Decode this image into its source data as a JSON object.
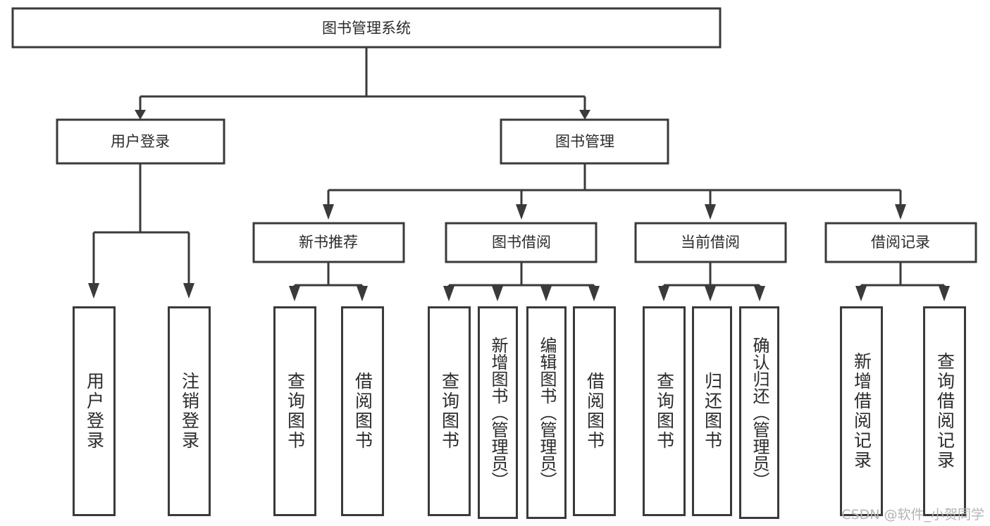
{
  "diagram": {
    "type": "tree",
    "title_node": {
      "label": "图书管理系统"
    },
    "level1": [
      {
        "label": "用户登录"
      },
      {
        "label": "图书管理"
      }
    ],
    "level2": [
      {
        "label": "新书推荐"
      },
      {
        "label": "图书借阅"
      },
      {
        "label": "当前借阅"
      },
      {
        "label": "借阅记录"
      }
    ],
    "leaves": {
      "user_login": [
        {
          "label": "用户登录"
        },
        {
          "label": "注销登录"
        }
      ],
      "new_book_recommend": [
        {
          "label": "查询图书"
        },
        {
          "label": "借阅图书"
        }
      ],
      "book_borrow": [
        {
          "label": "查询图书"
        },
        {
          "label": "新增图书（管理员）"
        },
        {
          "label": "编辑图书（管理员）"
        },
        {
          "label": "借阅图书"
        }
      ],
      "current_borrow": [
        {
          "label": "查询图书"
        },
        {
          "label": "归还图书"
        },
        {
          "label": "确认归还（管理员）"
        }
      ],
      "borrow_record": [
        {
          "label": "新增借阅记录"
        },
        {
          "label": "查询借阅记录"
        }
      ]
    }
  },
  "watermark": {
    "text": "CSDN @软件_小贺同学"
  },
  "colors": {
    "stroke": "#3a3a3a",
    "text": "#2b2b2b",
    "background": "#ffffff",
    "watermark": "#b4b4b4"
  }
}
